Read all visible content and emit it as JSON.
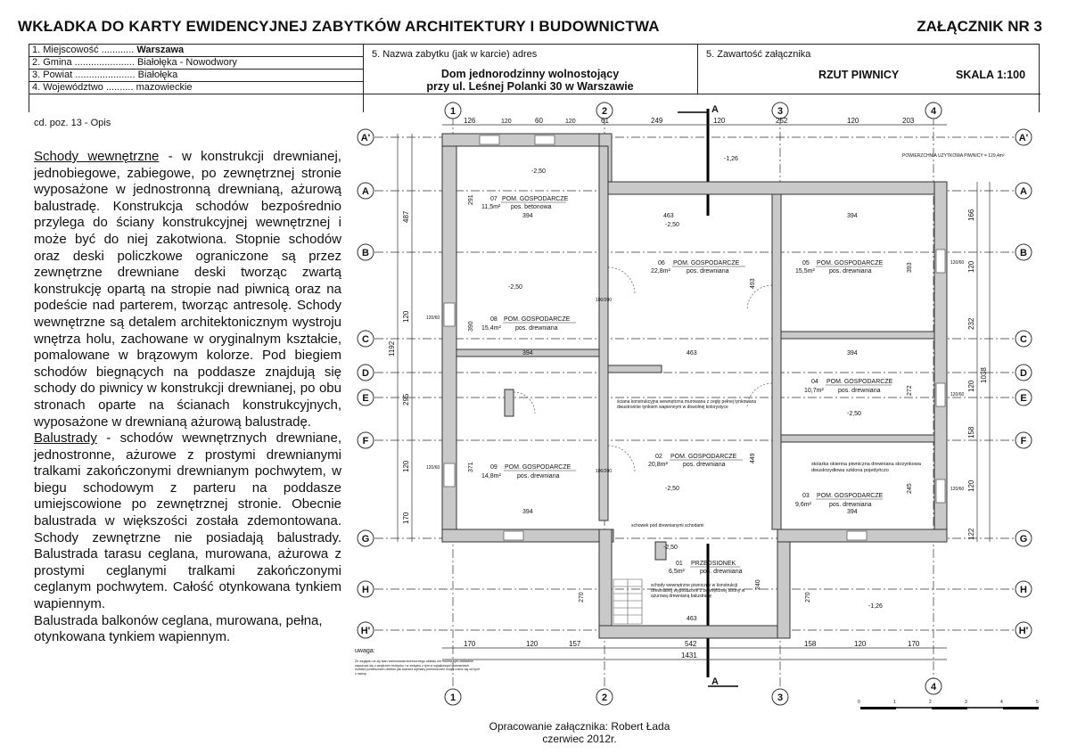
{
  "header": {
    "title": "WKŁADKA DO KARTY EWIDENCYJNEJ ZABYTKÓW ARCHITEKTURY I BUDOWNICTWA",
    "annex": "ZAŁĄCZNIK NR 3",
    "fields": [
      {
        "label": "1. Miejscowość ............",
        "value": "Warszawa"
      },
      {
        "label": "2. Gmina ......................",
        "value": "Białołęka - Nowodwory"
      },
      {
        "label": "3. Powiat ......................",
        "value": "Białołęka"
      },
      {
        "label": "4. Województwo ..........",
        "value": "mazowieckie"
      }
    ],
    "section5_label": "5. Nazwa zabytku (jak w karcie) adres",
    "monument_name_line1": "Dom jednorodzinny wolnostojący",
    "monument_name_line2": "przy ul. Leśnej Polanki 30 w Warszawie",
    "section5b_label": "5. Zawartość załącznika",
    "content_title": "RZUT PIWNICY",
    "scale": "SKALA 1:100"
  },
  "description": {
    "continuation": "cd. poz. 13 - Opis",
    "p1_underlined": "Schody wewnętrzne",
    "p1_rest": " - w konstrukcji drewnianej, jednobiegowe, zabiegowe, po zewnętrznej stronie wyposażone w jednostronną drewnianą, ażurową balustradę. Konstrukcja schodów bezpośrednio przylega do ściany konstrukcyjnej wewnętrznej i może być do niej zakotwiona. Stopnie schodów oraz deski policzkowe ograniczone są przez zewnętrzne drewniane deski tworząc zwartą konstrukcję opartą na stropie nad piwnicą oraz na podeście nad parterem, tworząc antresolę. Schody wewnętrzne są detalem architektonicznym wystroju wnętrza holu, zachowane w oryginalnym kształcie, pomalowane w brązowym kolorze. Pod biegiem schodów biegnących na poddasze znajdują się schody do piwnicy w konstrukcji drewnianej, po obu stronach oparte na ścianach konstrukcyjnych, wyposażone w drewnianą ażurową balustradę.",
    "p2_underlined": "Balustrady",
    "p2_rest": " - schodów wewnętrznych drewniane, jednostronne, ażurowe z prostymi drewnianymi tralkami zakończonymi drewnianym pochwytem, w biegu schodowym z parteru na poddasze umiejscowione po zewnętrznej stronie. Obecnie balustrada w większości została zdemontowana. Schody zewnętrzne nie posiadają balustrady. Balustrada tarasu ceglana, murowana, ażurowa z prostymi ceglanymi tralkami zakończonymi ceglanym pochwytem. Całość otynkowana tynkiem wapiennym.",
    "p3": "Balustrada balkonów ceglana, murowana, pełna, otynkowana tynkiem wapiennym."
  },
  "plan": {
    "axes_top": [
      "1",
      "2",
      "A",
      "3",
      "4"
    ],
    "axes_bottom": [
      "1",
      "2",
      "A",
      "3",
      "4"
    ],
    "rows_left": [
      "A'",
      "A",
      "B",
      "C",
      "D",
      "E",
      "F",
      "G",
      "H",
      "H'"
    ],
    "rows_right": [
      "A'",
      "A",
      "B",
      "C",
      "D",
      "E",
      "F",
      "G",
      "H",
      "H'"
    ],
    "top_dims": [
      "126",
      "120",
      "60",
      "120",
      "61",
      "249",
      "120",
      "252",
      "120",
      "203"
    ],
    "bottom_dims": [
      "170",
      "120",
      "157",
      "542",
      "158",
      "120",
      "170"
    ],
    "bottom_total": "1431",
    "left_dims_outer": [
      "1192"
    ],
    "left_dims": [
      "487",
      "295",
      "120",
      "120",
      "170"
    ],
    "right_total": "1038",
    "right_dims": [
      "166",
      "120",
      "232",
      "120",
      "158",
      "120",
      "122"
    ],
    "area_note": "POWIERZCHNIA UŻYTKOWA PIWNICY = 129,4m²",
    "rooms": [
      {
        "num": "07",
        "name": "POM. GOSPODARCZE",
        "area": "11,5m²",
        "floor": "pos. betonowa"
      },
      {
        "num": "06",
        "name": "POM. GOSPODARCZE",
        "area": "22,8m²",
        "floor": "pos. drewniana"
      },
      {
        "num": "05",
        "name": "POM. GOSPODARCZE",
        "area": "15,5m²",
        "floor": "pos. drewniana"
      },
      {
        "num": "08",
        "name": "POM. GOSPODARCZE",
        "area": "15,4m²",
        "floor": "pos. drewniana"
      },
      {
        "num": "04",
        "name": "POM. GOSPODARCZE",
        "area": "10,7m²",
        "floor": "pos. drewniana"
      },
      {
        "num": "09",
        "name": "POM. GOSPODARCZE",
        "area": "14,8m²",
        "floor": "pos. drewniana"
      },
      {
        "num": "02",
        "name": "POM. GOSPODARCZE",
        "area": "20,8m²",
        "floor": "pos. drewniana"
      },
      {
        "num": "03",
        "name": "POM. GOSPODARCZE",
        "area": "9,6m²",
        "floor": "pos. drewniana"
      },
      {
        "num": "01",
        "name": "PRZEDSIONEK",
        "area": "6,5m²",
        "floor": "pos. drewniana"
      }
    ],
    "levels": [
      "-2,50",
      "-1,26",
      "-2,50",
      "-2,50",
      "-2,50",
      "-2,50",
      "-2,50",
      "-1,26"
    ],
    "inner_dims": [
      "394",
      "463",
      "394",
      "394",
      "463",
      "394",
      "394",
      "463",
      "394",
      "291",
      "390",
      "371",
      "493",
      "449",
      "393",
      "272",
      "245",
      "270",
      "240",
      "270"
    ],
    "notes": {
      "wall_note": "ściana konstrukcyjna wewnętrzna murowana z cegły pełnej tynkowana dwustronnie tynkiem wapiennym w dowolnej kolorystyce",
      "window_note": "stolarka okienna piwniczna drewniana skrzynkowa dwuskrzydłowa szklona pojedyńczo",
      "storage_note": "schowek pod drewnianymi schodami",
      "stairs_note": "schody wewnętrzne piwniczne w konstrukcji drewnianej wyposażone z zewnętrznej strony w ażurową drewnianą balustradę",
      "remarks_title": "uwaga:",
      "remarks_text": "Ze względu na zły stan zachowania technicznego obiektu nie można było dokładnie zapoznać się z wnętrzem budynku i w związku z tym w wyjątkowych momentach rozkład pomieszczeń obiektu jak również wymiary pomieszczeń mogą różnić się od tych z natury."
    },
    "opening_labels": [
      "120/60",
      "100/200"
    ],
    "scale_bar": [
      "0",
      "1",
      "2",
      "3",
      "4",
      "5"
    ]
  },
  "footer": {
    "prepared_by": "Opracowanie załącznika: Robert Łada",
    "date": "czerwiec 2012r."
  }
}
